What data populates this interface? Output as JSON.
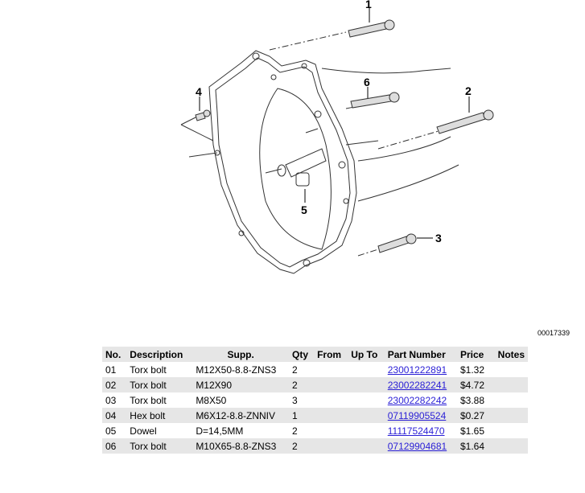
{
  "diagram": {
    "callouts": [
      "1",
      "2",
      "3",
      "4",
      "5",
      "6"
    ],
    "diagram_id": "00017339"
  },
  "table": {
    "headers": [
      "No.",
      "Description",
      "Supp.",
      "Qty",
      "From",
      "Up To",
      "Part Number",
      "Price",
      "Notes"
    ],
    "rows": [
      {
        "no": "01",
        "description": "Torx bolt",
        "supp": "M12X50-8.8-ZNS3",
        "qty": "2",
        "from": "",
        "upto": "",
        "part_number": "23001222891",
        "price": "$1.32",
        "has_note_icon": true
      },
      {
        "no": "02",
        "description": "Torx bolt",
        "supp": "M12X90",
        "qty": "2",
        "from": "",
        "upto": "",
        "part_number": "23002282241",
        "price": "$4.72"
      },
      {
        "no": "03",
        "description": "Torx bolt",
        "supp": "M8X50",
        "qty": "3",
        "from": "",
        "upto": "",
        "part_number": "23002282242",
        "price": "$3.88"
      },
      {
        "no": "04",
        "description": "Hex bolt",
        "supp": "M6X12-8.8-ZNNIV",
        "qty": "1",
        "from": "",
        "upto": "",
        "part_number": "07119905524",
        "price": "$0.27"
      },
      {
        "no": "05",
        "description": "Dowel",
        "supp": "D=14,5MM",
        "qty": "2",
        "from": "",
        "upto": "",
        "part_number": "11117524470",
        "price": "$1.65"
      },
      {
        "no": "06",
        "description": "Torx bolt",
        "supp": "M10X65-8.8-ZNS3",
        "qty": "2",
        "from": "",
        "upto": "",
        "part_number": "07129904681",
        "price": "$1.64"
      }
    ]
  }
}
